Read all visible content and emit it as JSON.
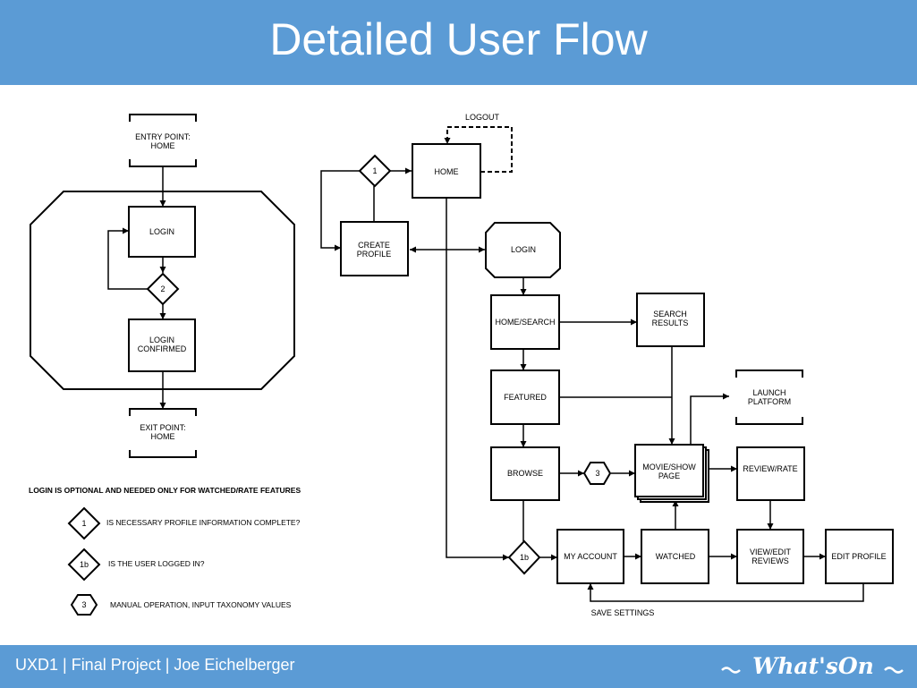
{
  "title": "Detailed User Flow",
  "footer": {
    "text": "UXD1 | Final Project | Joe Eichelberger",
    "logo": "What'sOn"
  },
  "colors": {
    "header": "#5b9bd5",
    "footer": "#5b9bd5"
  },
  "subflow": {
    "entry": [
      "ENTRY POINT:",
      "HOME"
    ],
    "login": "LOGIN",
    "decision": "2",
    "confirmed": [
      "LOGIN",
      "CONFIRMED"
    ],
    "exit": [
      "EXIT POINT:",
      "HOME"
    ]
  },
  "main": {
    "logout": "LOGOUT",
    "home": "HOME",
    "d1": "1",
    "create_profile": [
      "CREATE",
      "PROFILE"
    ],
    "login": "LOGIN",
    "home_search": "HOME/SEARCH",
    "search_results": [
      "SEARCH",
      "RESULTS"
    ],
    "featured": "FEATURED",
    "launch_platform": [
      "LAUNCH",
      "PLATFORM"
    ],
    "browse": "BROWSE",
    "op3": "3",
    "movie_show": [
      "MOVIE/SHOW",
      "PAGE"
    ],
    "review_rate": "REVIEW/RATE",
    "d1b": "1b",
    "my_account": "MY ACCOUNT",
    "watched": "WATCHED",
    "view_edit": [
      "VIEW/EDIT",
      "REVIEWS"
    ],
    "edit_profile": "EDIT PROFILE",
    "save_settings": "SAVE SETTINGS"
  },
  "legend": {
    "note": "LOGIN IS OPTIONAL AND NEEDED ONLY FOR WATCHED/RATE FEATURES",
    "items": [
      {
        "symbol": "1",
        "text": "IS NECESSARY PROFILE INFORMATION COMPLETE?"
      },
      {
        "symbol": "1b",
        "text": "IS THE USER LOGGED IN?"
      },
      {
        "symbol": "3",
        "text": "MANUAL OPERATION, INPUT TAXONOMY VALUES"
      }
    ]
  }
}
